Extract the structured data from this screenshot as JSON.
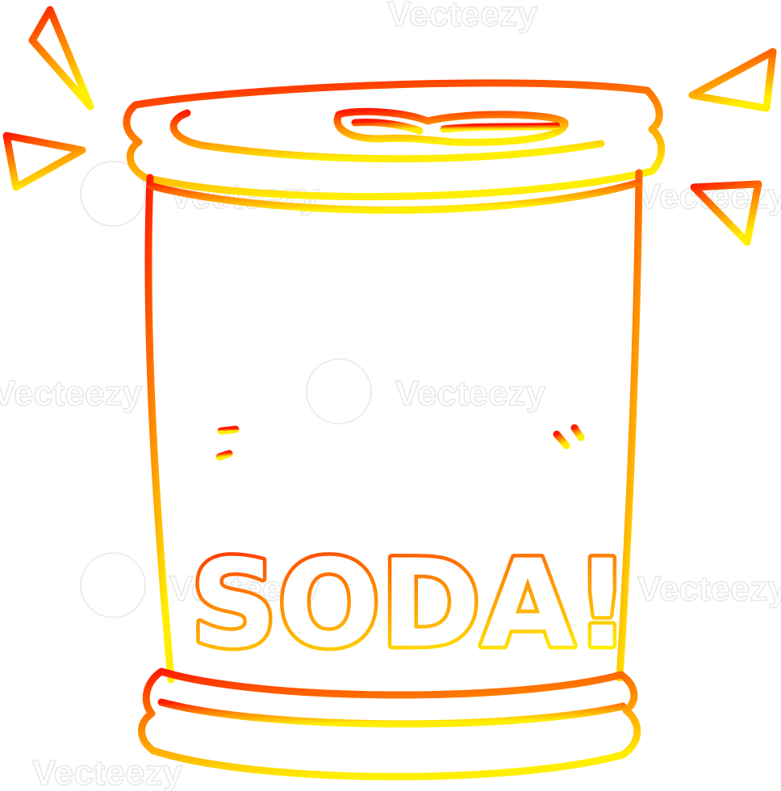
{
  "image": {
    "subject": "cartoon soda can",
    "can_label": "SODA!",
    "watermark": "Vecteezy",
    "colors": {
      "top": "#ff1a00",
      "upper_mid": "#ff5a00",
      "mid": "#ff8c00",
      "lower": "#ffc400",
      "bottom": "#ffee00",
      "background": "#ffffff",
      "watermark": "#e6e6e6"
    }
  }
}
